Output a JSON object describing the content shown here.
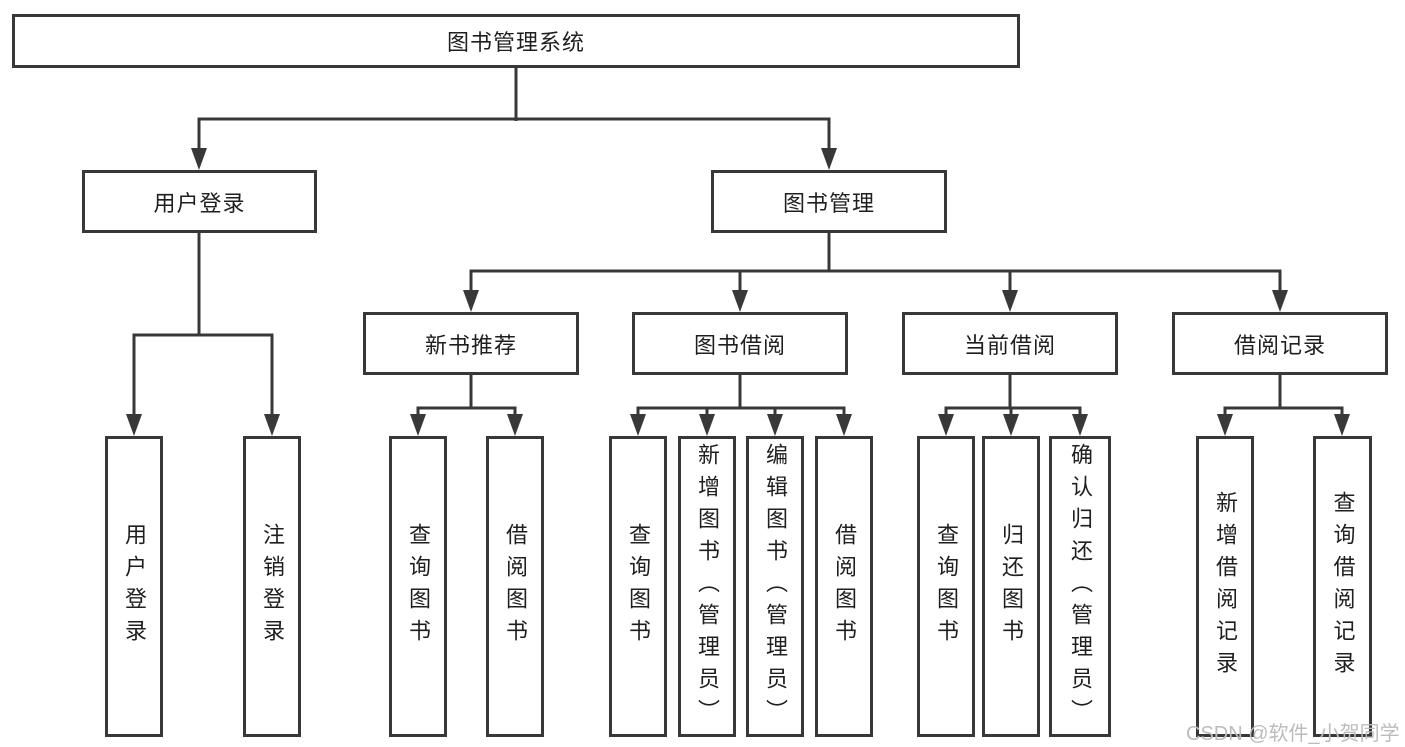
{
  "colors": {
    "line": "#383838",
    "box_border": "#383838",
    "box_fill": "#ffffff",
    "text": "#1f1f1f",
    "watermark": "#bcbcbc",
    "background": "#ffffff"
  },
  "tree": {
    "root": {
      "label": "图书管理系统"
    },
    "branches": [
      {
        "label": "用户登录",
        "children": [
          {
            "label": "用户登录"
          },
          {
            "label": "注销登录"
          }
        ]
      },
      {
        "label": "图书管理",
        "children": [
          {
            "label": "新书推荐",
            "children": [
              {
                "label": "查询图书"
              },
              {
                "label": "借阅图书"
              }
            ]
          },
          {
            "label": "图书借阅",
            "children": [
              {
                "label": "查询图书"
              },
              {
                "label": "新增图书（管理员）"
              },
              {
                "label": "编辑图书（管理员）"
              },
              {
                "label": "借阅图书"
              }
            ]
          },
          {
            "label": "当前借阅",
            "children": [
              {
                "label": "查询图书"
              },
              {
                "label": "归还图书"
              },
              {
                "label": "确认归还（管理员）"
              }
            ]
          },
          {
            "label": "借阅记录",
            "children": [
              {
                "label": "新增借阅记录"
              },
              {
                "label": "查询借阅记录"
              }
            ]
          }
        ]
      }
    ]
  },
  "watermark": {
    "text": "CSDN @软件_小贺同学"
  }
}
